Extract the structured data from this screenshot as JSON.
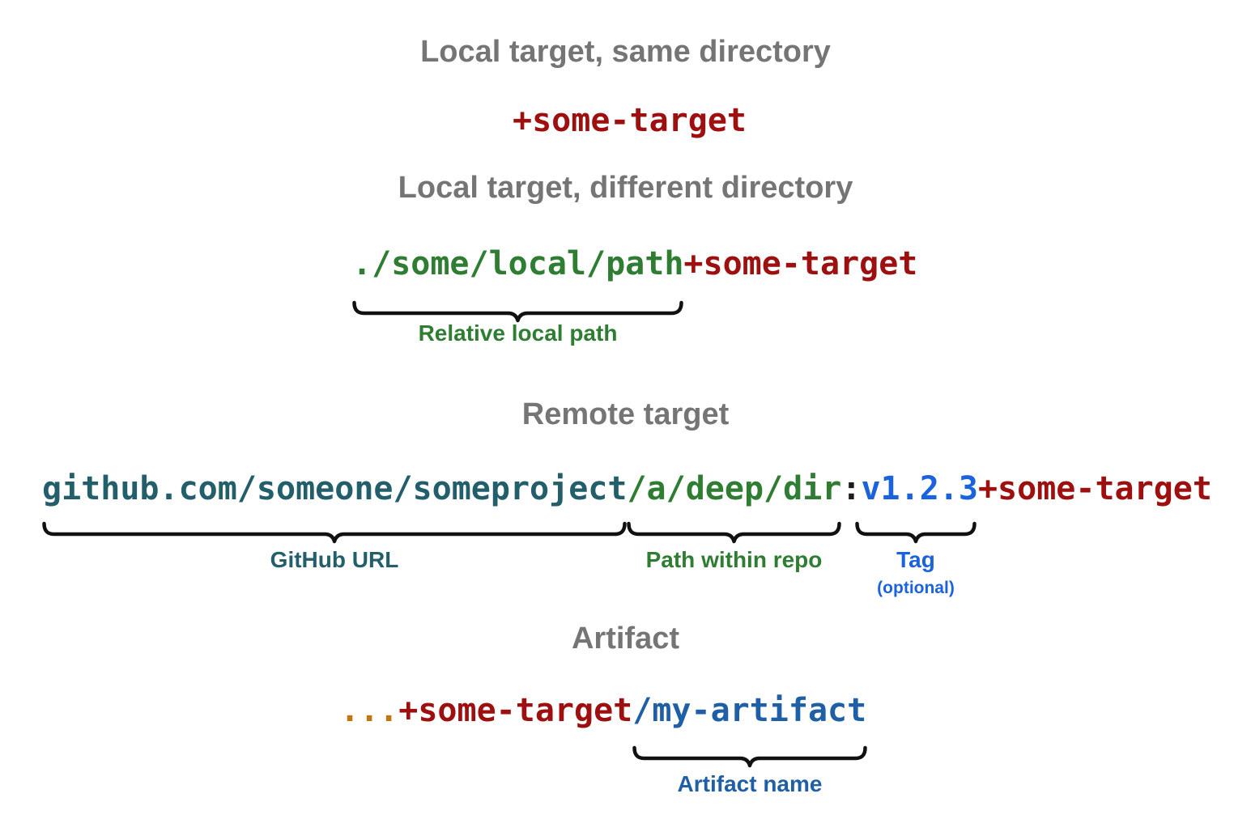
{
  "palette": {
    "heading_gray": "#757575",
    "target_red": "#9e0f0f",
    "path_green": "#2e7d32",
    "github_teal": "#235e6b",
    "tag_blue": "#1b63dd",
    "artifact_blue": "#1f5fa6",
    "ellipsis_orange": "#c1760f",
    "colon_black": "#1c1c1c",
    "brace_black": "#111111"
  },
  "sections": {
    "local_same": {
      "heading": "Local target, same directory",
      "code": {
        "target": "+some-target"
      }
    },
    "local_diff": {
      "heading": "Local target, different directory",
      "code": {
        "path": "./some/local/path",
        "target": "+some-target"
      },
      "brace_label": "Relative local path"
    },
    "remote": {
      "heading": "Remote target",
      "code": {
        "github_url": "github.com/someone/someproject",
        "repo_path": "/a/deep/dir",
        "colon": ":",
        "tag": "v1.2.3",
        "target": "+some-target"
      },
      "brace_labels": {
        "github": "GitHub URL",
        "path": "Path within repo",
        "tag": "Tag",
        "tag_note": "(optional)"
      }
    },
    "artifact": {
      "heading": "Artifact",
      "code": {
        "ellipsis": "...",
        "target": "+some-target",
        "artifact": "/my-artifact"
      },
      "brace_label": "Artifact name"
    }
  }
}
